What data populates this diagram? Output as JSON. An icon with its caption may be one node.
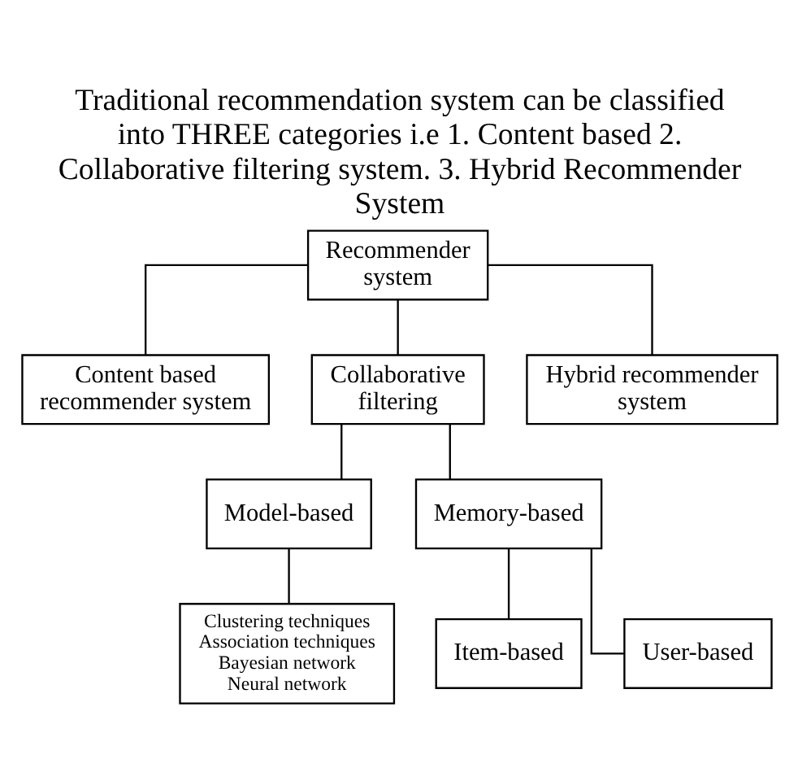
{
  "diagram": {
    "title": "Traditional recommendation system can be classified into THREE categories i.e 1. Content based 2. Collaborative filtering system. 3. Hybrid Recommender System",
    "nodes": [
      {
        "text": [
          "Recommender system"
        ]
      },
      {
        "text": [
          "Content based recommender system"
        ]
      },
      {
        "text": [
          "Collaborative filtering"
        ]
      },
      {
        "text": [
          "Hybrid recommender system"
        ]
      },
      {
        "text": [
          "Model-based"
        ]
      },
      {
        "text": [
          "Memory-based"
        ]
      },
      {
        "text": [
          "Clustering techniques",
          "Association techniques",
          "Bayesian network",
          "Neural network"
        ]
      },
      {
        "text": [
          "Item-based"
        ]
      },
      {
        "text": [
          "User-based"
        ]
      }
    ],
    "edges": [
      {
        "from": 0,
        "to": 1,
        "arrow": "none"
      },
      {
        "from": 0,
        "to": 2,
        "arrow": "none"
      },
      {
        "from": 0,
        "to": 3,
        "arrow": "none"
      },
      {
        "from": 2,
        "to": 4,
        "arrow": "none"
      },
      {
        "from": 2,
        "to": 5,
        "arrow": "none"
      },
      {
        "from": 4,
        "to": 6,
        "arrow": "none"
      },
      {
        "from": 5,
        "to": 7,
        "arrow": "none"
      },
      {
        "from": 5,
        "to": 8,
        "arrow": "none"
      }
    ]
  }
}
